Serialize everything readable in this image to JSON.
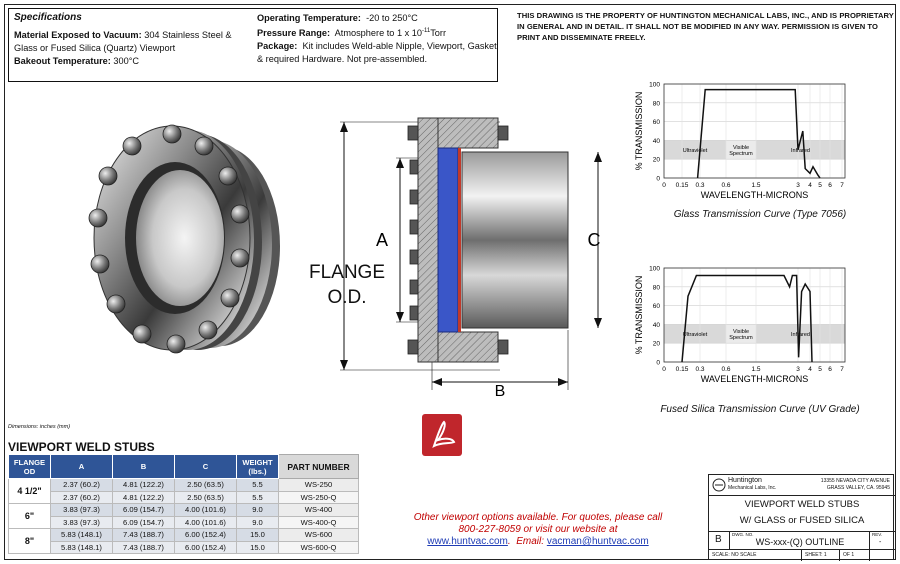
{
  "specs": {
    "title": "Specifications",
    "material_label": "Material Exposed to Vacuum:",
    "material_value": "304 Stainless Steel  &",
    "material_value2": "Glass or Fused Silica (Quartz) Viewport",
    "bakeout_label": "Bakeout Temperature:",
    "bakeout_value": "300°C",
    "op_temp_label": "Operating Temperature:",
    "op_temp_value": "-20 to 250°C",
    "pressure_label": "Pressure Range:",
    "pressure_value": "Atmosphere to 1 x 10",
    "pressure_exp": "-11",
    "pressure_unit": "Torr",
    "package_label": "Package:",
    "package_value": "Kit includes Weld-able Nipple, Viewport, Gasket",
    "package_value2": "& required Hardware.  Not pre-assembled."
  },
  "property_notice": "THIS DRAWING IS THE PROPERTY OF HUNTINGTON MECHANICAL LABS, INC., AND IS PROPRIETARY IN GENERAL AND IN DETAIL.  IT SHALL NOT BE MODIFIED IN ANY WAY.  PERMISSION IS GIVEN TO PRINT AND DISSEMINATE FREELY.",
  "drawing": {
    "label_a": "A",
    "label_b": "B",
    "label_c": "C",
    "flange_label_1": "FLANGE",
    "flange_label_2": "O.D."
  },
  "chart_data": [
    {
      "type": "line",
      "title": "Glass Transmission Curve (Type 7056)",
      "xlabel": "WAVELENGTH-MICRONS",
      "ylabel": "% TRANSMISSION",
      "xscale": "log",
      "x_ticks": [
        "0",
        "0.15",
        "0.3",
        "0.6",
        "1.5",
        "3",
        "4",
        "5",
        "6",
        "7"
      ],
      "y_ticks": [
        "0",
        "20",
        "40",
        "60",
        "80",
        "100"
      ],
      "ylim": [
        0,
        100
      ],
      "bands": [
        "Ultraviolet",
        "Visible Spectrum",
        "Infrared"
      ],
      "x": [
        0.28,
        0.36,
        2.9,
        3.0,
        3.2,
        3.4,
        3.6,
        4.0,
        4.3,
        4.8,
        5.0
      ],
      "y": [
        0,
        94,
        94,
        30,
        40,
        50,
        10,
        5,
        12,
        3,
        0
      ]
    },
    {
      "type": "line",
      "title": "Fused Silica Transmission Curve  (UV Grade)",
      "xlabel": "WAVELENGTH-MICRONS",
      "ylabel": "% TRANSMISSION",
      "xscale": "log",
      "x_ticks": [
        "0",
        "0.15",
        "0.3",
        "0.6",
        "1.5",
        "3",
        "4",
        "5",
        "6",
        "7"
      ],
      "y_ticks": [
        "0",
        "20",
        "40",
        "60",
        "80",
        "100"
      ],
      "ylim": [
        0,
        100
      ],
      "bands": [
        "Ultraviolet",
        "Visible Spectrum",
        "Infrared"
      ],
      "x": [
        0.15,
        0.2,
        0.27,
        2.5,
        2.7,
        2.8,
        2.95,
        3.05,
        3.3,
        3.6,
        4.0,
        4.2
      ],
      "y": [
        0,
        70,
        92,
        92,
        80,
        92,
        92,
        5,
        75,
        83,
        75,
        0
      ]
    }
  ],
  "dims_note": "Dimensions: inches (mm)",
  "weld_title": "VIEWPORT WELD STUBS",
  "table": {
    "headers": [
      "FLANGE OD",
      "A",
      "B",
      "C",
      "WEIGHT (lbs.)",
      "PART NUMBER"
    ],
    "rows": [
      {
        "od": "4 1/2\"",
        "cells": [
          "2.37 (60.2)",
          "4.81 (122.2)",
          "2.50 (63.5)",
          "5.5",
          "WS-250"
        ]
      },
      {
        "od": "",
        "cells": [
          "2.37 (60.2)",
          "4.81 (122.2)",
          "2.50 (63.5)",
          "5.5",
          "WS-250-Q"
        ]
      },
      {
        "od": "6\"",
        "cells": [
          "3.83 (97.3)",
          "6.09 (154.7)",
          "4.00 (101.6)",
          "9.0",
          "WS-400"
        ]
      },
      {
        "od": "",
        "cells": [
          "3.83 (97.3)",
          "6.09 (154.7)",
          "4.00 (101.6)",
          "9.0",
          "WS-400-Q"
        ]
      },
      {
        "od": "8\"",
        "cells": [
          "5.83 (148.1)",
          "7.43 (188.7)",
          "6.00 (152.4)",
          "15.0",
          "WS-600"
        ]
      },
      {
        "od": "",
        "cells": [
          "5.83 (148.1)",
          "7.43 (188.7)",
          "6.00 (152.4)",
          "15.0",
          "WS-600-Q"
        ]
      }
    ]
  },
  "contact": {
    "line1": "Other viewport options available.  For quotes, please call",
    "line2": "800-227-8059 or visit our website at",
    "website": "www.huntvac.com",
    "email_label": "Email:",
    "email": "vacman@huntvac.com"
  },
  "titleblock": {
    "company1": "Huntington",
    "company2": "Mechanical Labs, Inc.",
    "address1": "13355 NEVADA CITY AVENUE",
    "address2": "GRASS VALLEY, CA. 95945",
    "title1": "VIEWPORT WELD STUBS",
    "title2": "W/ GLASS or FUSED SILICA",
    "size": "B",
    "dwg_no_label": "DWG. NO.",
    "dwg_no": "WS-xxx-(Q) OUTLINE",
    "rev_label": "REV.",
    "rev": "-",
    "scale_label": "SCALE:",
    "scale": "NO SCALE",
    "sheet_label": "SHEET:",
    "sheet": "1",
    "of_label": "OF",
    "of": "1"
  },
  "colors": {
    "table_header": "#2f5597",
    "table_row_1": "#d6dce5",
    "table_row_2": "#e8ebf0",
    "contact_text": "#c00000",
    "link": "#1f3cb5",
    "viewport_glass": "#3a56c8",
    "pdf_red": "#c0262c"
  }
}
